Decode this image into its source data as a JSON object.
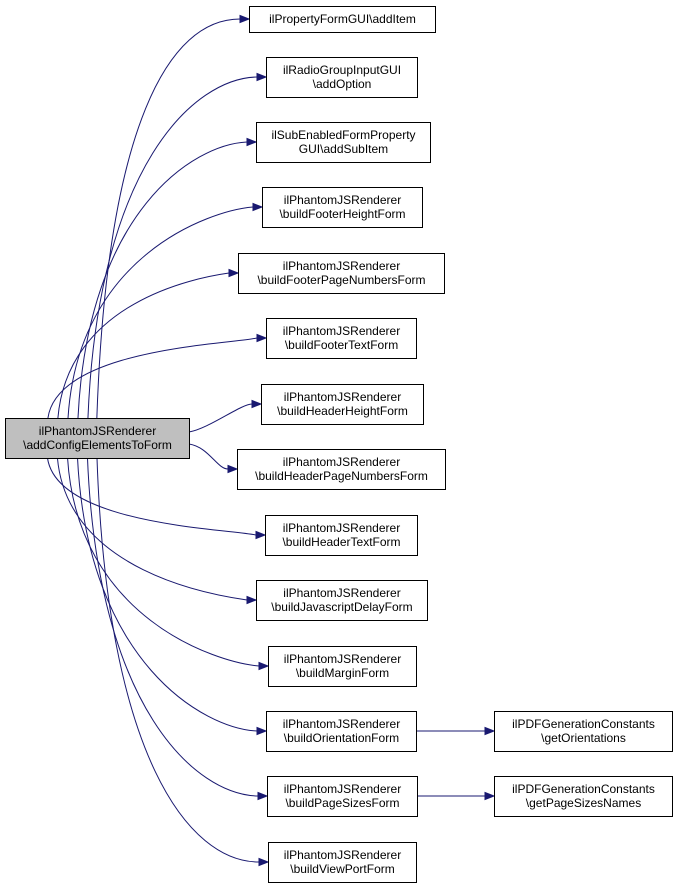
{
  "colors": {
    "edge": "#191970",
    "root_fill": "#bfbfbf",
    "node_fill": "#ffffff",
    "border": "#000000",
    "text": "#000000"
  },
  "nodes": [
    {
      "id": "root",
      "lines": [
        "ilPhantomJSRenderer",
        "\\addConfigElementsToForm"
      ],
      "highlight": true
    },
    {
      "id": "n1",
      "lines": [
        "ilPropertyFormGUI\\addItem"
      ]
    },
    {
      "id": "n2",
      "lines": [
        "ilRadioGroupInputGUI",
        "\\addOption"
      ]
    },
    {
      "id": "n3",
      "lines": [
        "ilSubEnabledFormProperty",
        "GUI\\addSubItem"
      ]
    },
    {
      "id": "n4",
      "lines": [
        "ilPhantomJSRenderer",
        "\\buildFooterHeightForm"
      ]
    },
    {
      "id": "n5",
      "lines": [
        "ilPhantomJSRenderer",
        "\\buildFooterPageNumbersForm"
      ]
    },
    {
      "id": "n6",
      "lines": [
        "ilPhantomJSRenderer",
        "\\buildFooterTextForm"
      ]
    },
    {
      "id": "n7",
      "lines": [
        "ilPhantomJSRenderer",
        "\\buildHeaderHeightForm"
      ]
    },
    {
      "id": "n8",
      "lines": [
        "ilPhantomJSRenderer",
        "\\buildHeaderPageNumbersForm"
      ]
    },
    {
      "id": "n9",
      "lines": [
        "ilPhantomJSRenderer",
        "\\buildHeaderTextForm"
      ]
    },
    {
      "id": "n10",
      "lines": [
        "ilPhantomJSRenderer",
        "\\buildJavascriptDelayForm"
      ]
    },
    {
      "id": "n11",
      "lines": [
        "ilPhantomJSRenderer",
        "\\buildMarginForm"
      ]
    },
    {
      "id": "n12",
      "lines": [
        "ilPhantomJSRenderer",
        "\\buildOrientationForm"
      ]
    },
    {
      "id": "n13",
      "lines": [
        "ilPhantomJSRenderer",
        "\\buildPageSizesForm"
      ]
    },
    {
      "id": "n14",
      "lines": [
        "ilPhantomJSRenderer",
        "\\buildViewPortForm"
      ]
    },
    {
      "id": "n15",
      "lines": [
        "ilPDFGenerationConstants",
        "\\getOrientations"
      ]
    },
    {
      "id": "n16",
      "lines": [
        "ilPDFGenerationConstants",
        "\\getPageSizesNames"
      ]
    }
  ],
  "edges": [
    {
      "from": "root",
      "to": "n1"
    },
    {
      "from": "root",
      "to": "n2"
    },
    {
      "from": "root",
      "to": "n3"
    },
    {
      "from": "root",
      "to": "n4"
    },
    {
      "from": "root",
      "to": "n5"
    },
    {
      "from": "root",
      "to": "n6"
    },
    {
      "from": "root",
      "to": "n7"
    },
    {
      "from": "root",
      "to": "n8"
    },
    {
      "from": "root",
      "to": "n9"
    },
    {
      "from": "root",
      "to": "n10"
    },
    {
      "from": "root",
      "to": "n11"
    },
    {
      "from": "root",
      "to": "n12"
    },
    {
      "from": "root",
      "to": "n13"
    },
    {
      "from": "root",
      "to": "n14"
    },
    {
      "from": "n12",
      "to": "n15"
    },
    {
      "from": "n13",
      "to": "n16"
    }
  ]
}
